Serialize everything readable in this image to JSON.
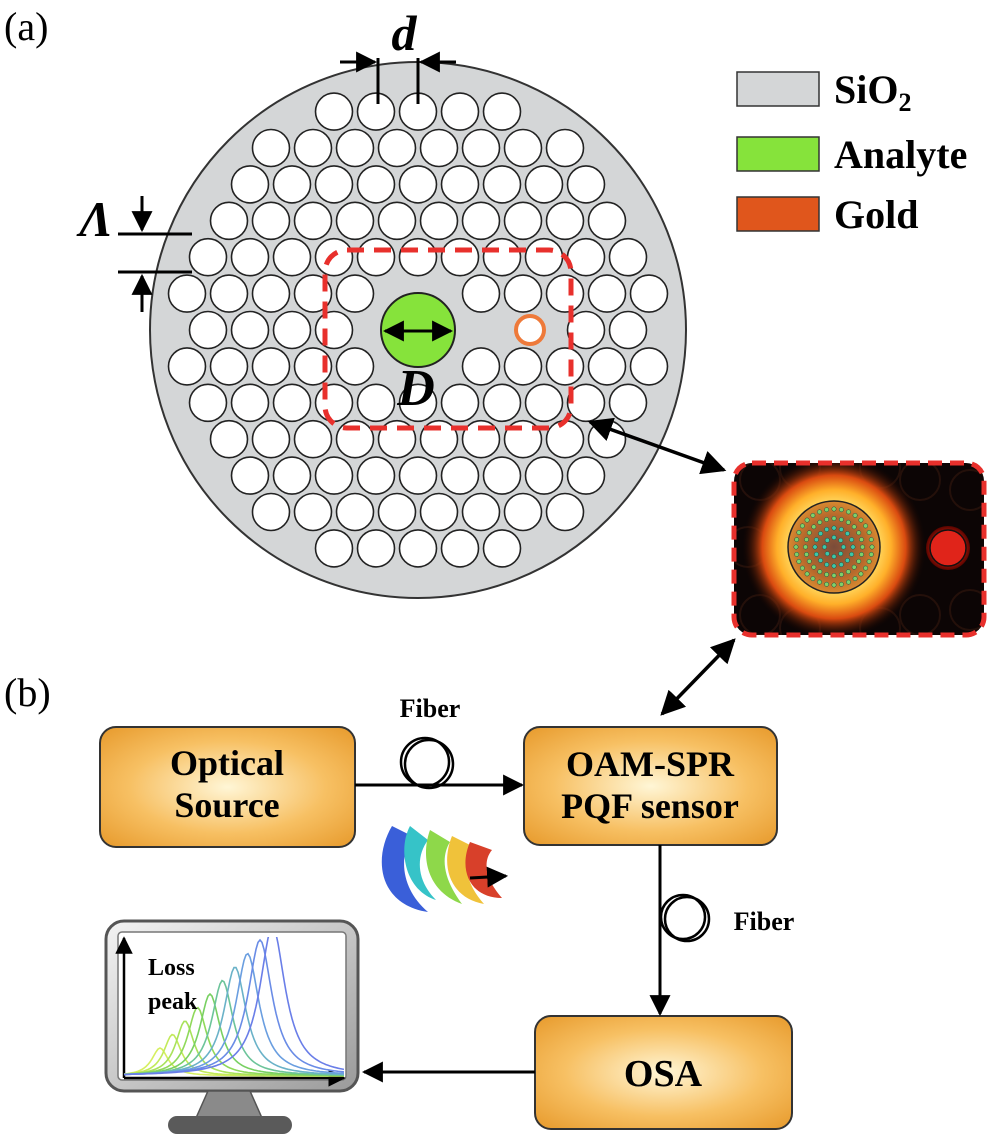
{
  "panel_labels": {
    "a": "(a)",
    "b": "(b)"
  },
  "fiber_cross_section": {
    "dim_hole": "d",
    "dim_pitch": "Λ",
    "dim_core": "D"
  },
  "legend": [
    {
      "name": "SiO",
      "sub": "2",
      "color": "#d4d6d7"
    },
    {
      "name": "Analyte",
      "sub": "",
      "color": "#86e33b"
    },
    {
      "name": "Gold",
      "sub": "",
      "color": "#e0561c"
    }
  ],
  "colors": {
    "cladding": "#d4d6d7",
    "analyte": "#86e33b",
    "gold_ring": "#ee7a3a",
    "box_fill": "#f2a93a",
    "box_border": "#333333",
    "dashed_frame": "#e8302c"
  },
  "setup": {
    "source_line1": "Optical",
    "source_line2": "Source",
    "sensor_line1": "OAM-SPR",
    "sensor_line2": "PQF sensor",
    "osa": "OSA",
    "fiber_top": "Fiber",
    "fiber_right": "Fiber",
    "monitor_line1": "Loss",
    "monitor_line2": "peak"
  },
  "icons": [
    "oam-beam-icon",
    "fiber-coil-icon",
    "monitor-icon",
    "mode-field-inset"
  ]
}
